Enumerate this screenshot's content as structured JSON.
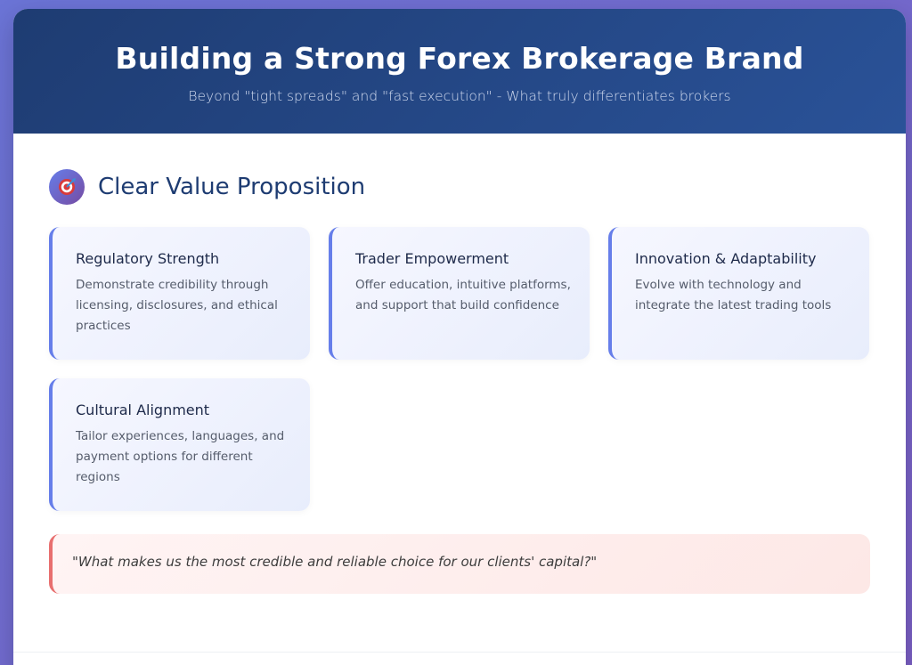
{
  "header": {
    "title": "Building a Strong Forex Brokerage Brand",
    "subtitle": "Beyond \"tight spreads\" and \"fast execution\" - What truly differentiates brokers"
  },
  "section": {
    "icon": "target-icon",
    "title": "Clear Value Proposition"
  },
  "items": [
    {
      "title": "Regulatory Strength",
      "text": "Demonstrate credibility through licensing, disclosures, and ethical practices"
    },
    {
      "title": "Trader Empowerment",
      "text": "Offer education, intuitive platforms, and support that build confidence"
    },
    {
      "title": "Innovation & Adaptability",
      "text": "Evolve with technology and integrate the latest trading tools"
    },
    {
      "title": "Cultural Alignment",
      "text": "Tailor experiences, languages, and payment options for different regions"
    }
  ],
  "quote": "\"What makes us the most credible and reliable choice for our clients' capital?\"",
  "colors": {
    "header_start": "#1e3c72",
    "header_end": "#2a5298",
    "accent": "#667eea",
    "quote_border": "#e86f6f"
  }
}
